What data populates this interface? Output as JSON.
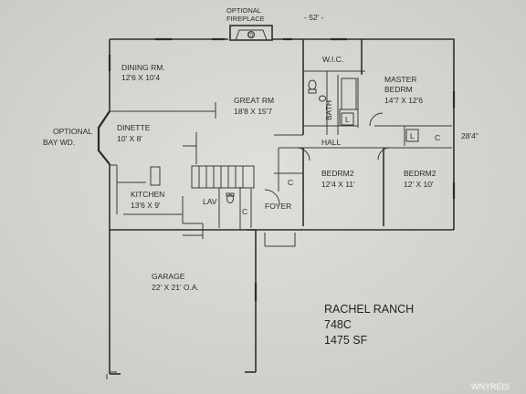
{
  "plan": {
    "fireplace_label_1": "OPTIONAL",
    "fireplace_label_2": "FIREPLACE",
    "overall_width": "- 52' -",
    "depth_mark": "28'4\"",
    "bay_label_1": "OPTIONAL",
    "bay_label_2": "BAY WD.",
    "rooms": {
      "dining": {
        "name": "DINING RM.",
        "size": "12'6 X 10'4"
      },
      "great": {
        "name": "GREAT RM",
        "size": "18'8 X 15'7"
      },
      "wic": {
        "name": "W.I.C."
      },
      "master": {
        "name_1": "MASTER",
        "name_2": "BEDRM",
        "size": "14'7 X 12'6"
      },
      "dinette": {
        "name": "DINETTE",
        "size": "10' X 8'"
      },
      "bath": {
        "name": "BATH"
      },
      "hall": {
        "name": "HALL"
      },
      "bedrm2a": {
        "name": "BEDRM2",
        "size": "12'4 X 11'"
      },
      "bedrm2b": {
        "name": "BEDRM2",
        "size": "12' X 10'"
      },
      "kitchen": {
        "name": "KITCHEN",
        "size": "13'6 X 9'"
      },
      "lav": {
        "name": "LAV"
      },
      "foyer": {
        "name": "FOYER"
      },
      "garage": {
        "name": "GARAGE",
        "size": "22' X 21' O.A."
      }
    },
    "closet_c": "C",
    "closet_l": "L",
    "toilet_mark": "⊙"
  },
  "title_block": {
    "name": "RACHEL RANCH",
    "model": "748C",
    "area": "1475 SF"
  },
  "watermark": "WNYREIS"
}
